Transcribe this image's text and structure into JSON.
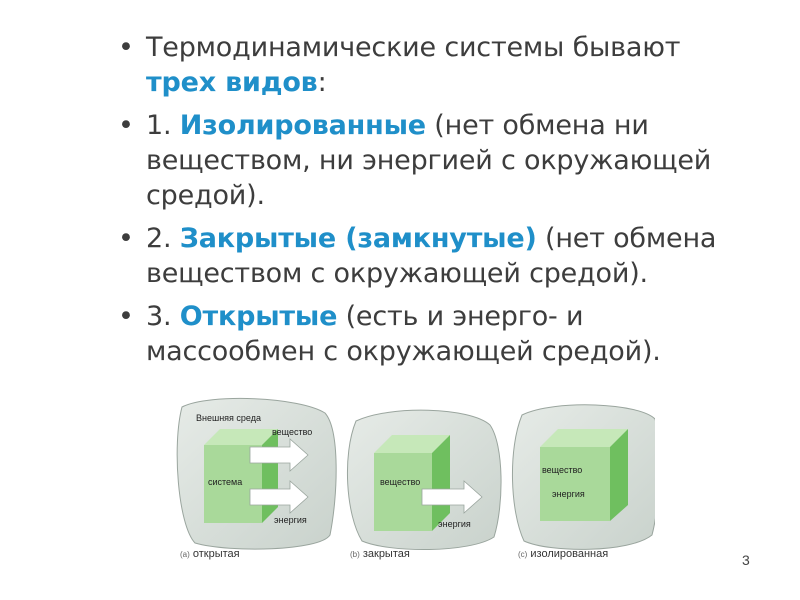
{
  "bullets": [
    {
      "pre": "Термодинамические системы бывают ",
      "highlight": "трех видов",
      "post": ":"
    },
    {
      "pre": "1. ",
      "highlight": "Изолированные",
      "post": " (нет обмена ни веществом, ни энергией с окружающей средой)."
    },
    {
      "pre": "2. ",
      "highlight": "Закрытые (замкнутые)",
      "post": " (нет обмена веществом с окружающей средой)."
    },
    {
      "pre": "3. ",
      "highlight": "Открытые",
      "post": " (есть и энерго- и массообмен с окружающей средой)."
    }
  ],
  "bullet_symbol": "•",
  "figure": {
    "open": {
      "tag": "(a)",
      "caption": "открытая",
      "environment_label": "Внешняя среда",
      "system_label": "система",
      "matter_label": "вещество",
      "energy_label": "энергия"
    },
    "closed": {
      "tag": "(b)",
      "caption": "закрытая",
      "matter_label": "вещество",
      "energy_label": "энергия"
    },
    "isolated": {
      "tag": "(c)",
      "caption": "изолированная",
      "matter_label": "вещество",
      "energy_label": "энергия"
    }
  },
  "colors": {
    "highlight": "#1f8fc9",
    "text": "#3d3d3d",
    "environment": "#d6ddd8",
    "cube_front": "#a9d99a",
    "cube_side": "#6fbf5f",
    "cube_top": "#c6e8b9"
  },
  "page_number": "3"
}
